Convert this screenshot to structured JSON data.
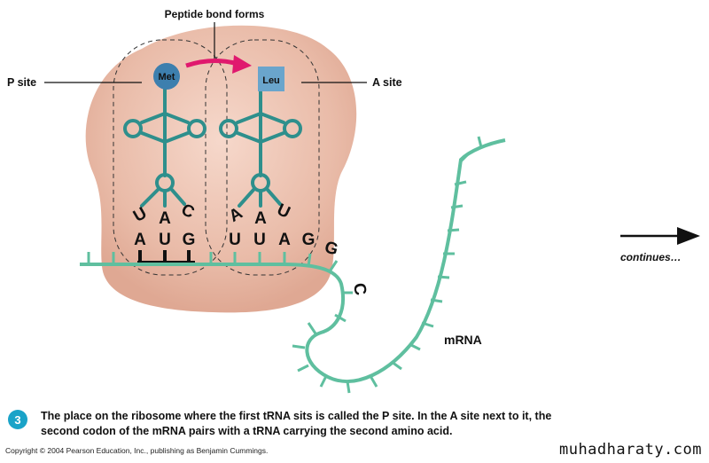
{
  "diagram": {
    "labels": {
      "peptide_bond": "Peptide bond forms",
      "p_site": "P site",
      "a_site": "A site",
      "mrna": "mRNA",
      "continues": "continues…"
    },
    "amino_acids": {
      "met": "Met",
      "leu": "Leu"
    },
    "anticodon_p": [
      "U",
      "A",
      "C"
    ],
    "anticodon_a": [
      "A",
      "A",
      "U"
    ],
    "codons": [
      "A",
      "U",
      "G",
      "U",
      "U",
      "A",
      "G",
      "G",
      "C"
    ]
  },
  "colors": {
    "ribosome": "#e8b7a3",
    "trna": "#2e8f8c",
    "mrna": "#5fbf9f",
    "arrow": "#e0196e",
    "met": "#3d7fae",
    "leu": "#6aa5cc",
    "badge": "#1aa3c8"
  },
  "caption": {
    "step": "3",
    "text": "The place on the ribosome where the first tRNA sits is called the P site. In the A site next to it, the second codon of the mRNA pairs with a tRNA carrying the second amino acid."
  },
  "footer": {
    "copyright": "Copyright © 2004 Pearson Education, Inc., publishing as Benjamin Cummings.",
    "site": "muhadharaty.com"
  }
}
